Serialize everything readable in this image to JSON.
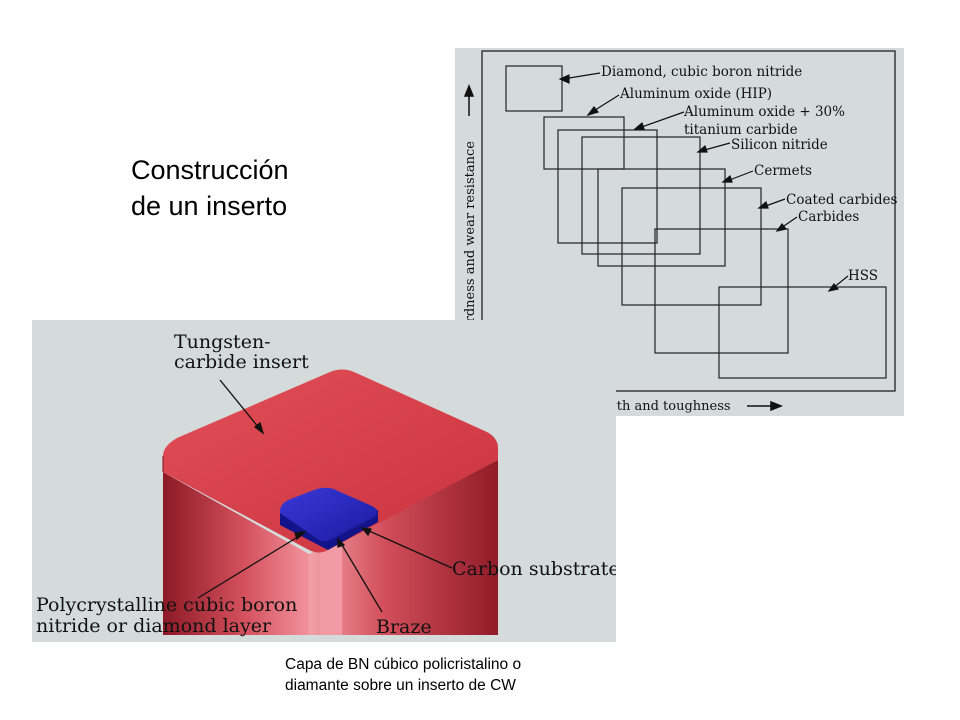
{
  "title": {
    "line1": "Construcción",
    "line2": "de un inserto"
  },
  "caption": {
    "line1": "Capa de BN cúbico policristalino o",
    "line2": "diamante sobre un inserto de CW"
  },
  "insert_diagram": {
    "label_tungsten_1": "Tungsten-",
    "label_tungsten_2": "carbide insert",
    "label_carbon": "Carbon substrate",
    "label_poly_1": "Polycrystalline cubic boron",
    "label_poly_2": "nitride or diamond layer",
    "label_braze": "Braze",
    "colors": {
      "insert": "#c8333f",
      "layer": "#1a1a9e",
      "braze": "#f08a9a",
      "background": "#d5dbdb"
    }
  },
  "materials_chart": {
    "y_axis_label": "Hot hardness and wear resistance",
    "x_axis_label": "Strength and toughness",
    "labels": {
      "diamond": "Diamond, cubic boron nitride",
      "alox_hip": "Aluminum oxide (HIP)",
      "alox_tic_1": "Aluminum oxide + 30%",
      "alox_tic_2": "titanium carbide",
      "silicon": "Silicon nitride",
      "cermets": "Cermets",
      "coated": "Coated carbides",
      "carbides": "Carbides",
      "hss": "HSS"
    }
  }
}
